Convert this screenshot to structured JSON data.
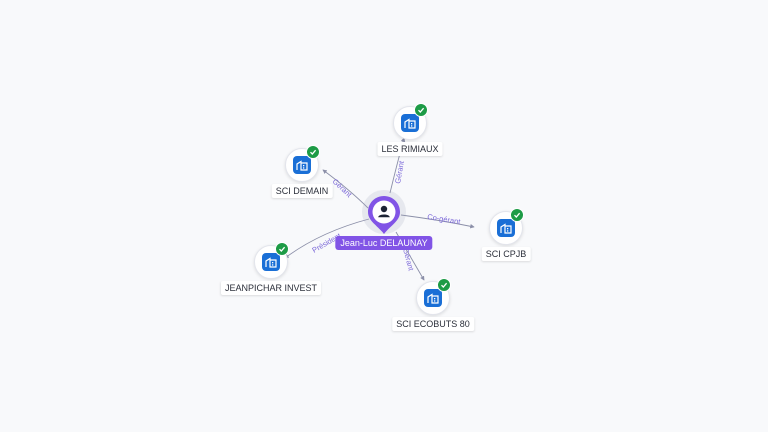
{
  "person": {
    "name": "Jean-Luc DELAUNAY",
    "icon": "person-icon",
    "color": "#8154e6"
  },
  "companies": [
    {
      "id": "les-rimiaux",
      "name": "LES RIMIAUX",
      "role": "Gérant",
      "icon": "building-icon",
      "status": "verified"
    },
    {
      "id": "sci-demain",
      "name": "SCI DEMAIN",
      "role": "Gérant",
      "icon": "building-icon",
      "status": "verified"
    },
    {
      "id": "sci-cpjb",
      "name": "SCI CPJB",
      "role": "Co-gérant",
      "icon": "building-icon",
      "status": "verified"
    },
    {
      "id": "jeanpichar-invest",
      "name": "JEANPICHAR INVEST",
      "role": "Président",
      "icon": "building-icon",
      "status": "verified"
    },
    {
      "id": "sci-ecobuts-80",
      "name": "SCI ECOBUTS 80",
      "role": "Gérant",
      "icon": "building-icon",
      "status": "verified"
    }
  ],
  "colors": {
    "company_icon": "#1a6fd6",
    "verified_badge": "#1d9b46",
    "edge_label": "#7b68d8",
    "background": "#f8f9fb"
  }
}
